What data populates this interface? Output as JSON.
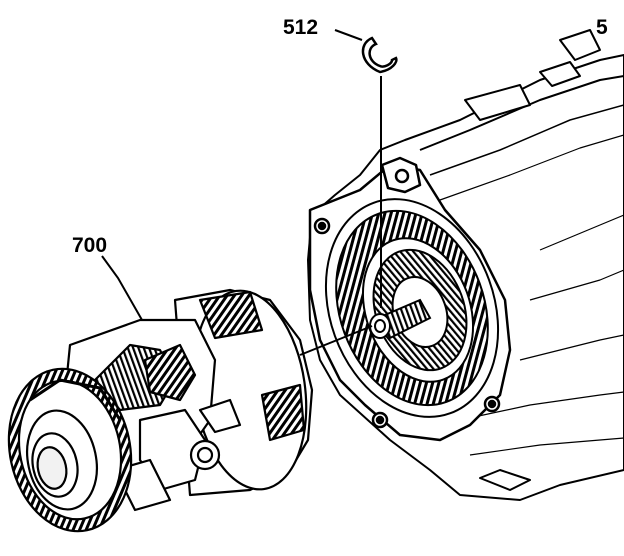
{
  "callouts": [
    {
      "id": "512",
      "label": "512"
    },
    {
      "id": "700",
      "label": "700"
    },
    {
      "id": "partial",
      "label": "5"
    }
  ],
  "colors": {
    "line": "#000000",
    "background": "#ffffff",
    "fill_light": "#f2f2f2",
    "fill_mid": "#d9d9d9"
  }
}
